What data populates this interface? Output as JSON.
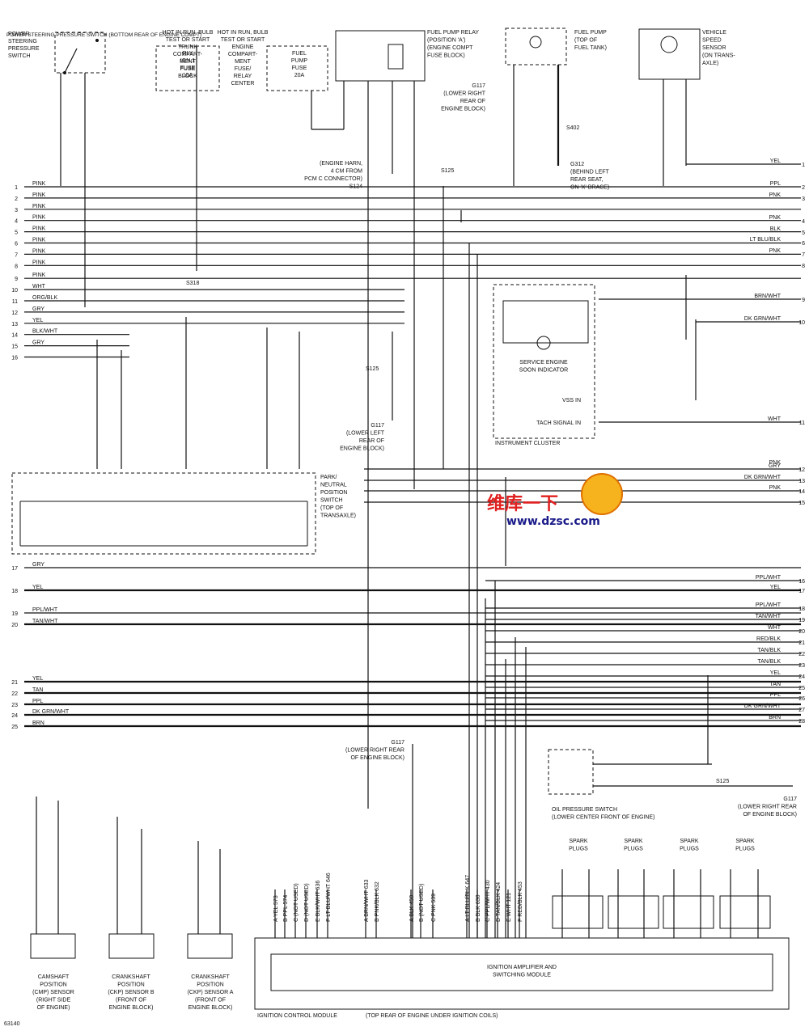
{
  "components": {
    "ps_switch": "POWER STEERING PRESSURE SWITCH (BOTTOM REAR OF ENGINE COMPT)",
    "trunk_fuse": [
      "HOT IN RUN, BULB",
      "TEST OR START",
      "TRUNK",
      "COMPART-",
      "MENT",
      "FUSE",
      "BLOCK"
    ],
    "trunk_fuse_inner": [
      "RLY",
      "IGN 1",
      "FUSE",
      "10A"
    ],
    "engine_fuse": [
      "HOT IN RUN, BULB",
      "TEST OR START",
      "ENGINE",
      "COMPART-",
      "MENT",
      "FUSE/",
      "RELAY",
      "CENTER"
    ],
    "engine_fuse_inner": [
      "FUEL",
      "PUMP",
      "FUSE",
      "20A"
    ],
    "fuel_relay": [
      "FUEL PUMP RELAY",
      "(POSITION 'A')",
      "(ENGINE COMPT",
      "FUSE BLOCK)"
    ],
    "fuel_pump": [
      "FUEL PUMP",
      "(TOP OF",
      "FUEL TANK)"
    ],
    "vss": [
      "VEHICLE",
      "SPEED",
      "SENSOR",
      "(ON TRANS-",
      "AXLE)"
    ],
    "g117_a": [
      "G117",
      "(LOWER RIGHT",
      "REAR OF",
      "ENGINE BLOCK)"
    ],
    "s402": "S402",
    "g312": [
      "G312",
      "(BEHIND LEFT",
      "REAR SEAT,",
      "ON 'X' BRACE)"
    ],
    "s124": [
      "(ENGINE HARN,",
      "4 CM FROM",
      "PCM C CONNECTOR)",
      "S124"
    ],
    "s125_top": "S125",
    "s318": "S318",
    "cluster": "INSTRUMENT CLUSTER",
    "ses": [
      "SERVICE ENGINE",
      "SOON INDICATOR"
    ],
    "vss_in": "VSS IN",
    "tach_in": "TACH SIGNAL IN",
    "s125_mid": "S125",
    "g117_b": [
      "G117",
      "(LOWER LEFT",
      "REAR OF",
      "ENGINE BLOCK)"
    ],
    "pnp": [
      "PARK/",
      "NEUTRAL",
      "POSITION",
      "SWITCH",
      "(TOP OF",
      "TRANSAXLE)"
    ],
    "g117_c": [
      "G117",
      "(LOWER RIGHT REAR",
      "OF ENGINE BLOCK)"
    ],
    "oil_switch": [
      "OIL PRESSURE SWITCH",
      "(LOWER CENTER FRONT OF ENGINE)"
    ],
    "s125_low": "S125",
    "g117_d": [
      "G117",
      "(LOWER RIGHT REAR",
      "OF ENGINE BLOCK)"
    ],
    "spark": [
      "SPARK",
      "PLUGS"
    ],
    "cmp": [
      "CAMSHAFT",
      "POSITION",
      "(CMP) SENSOR",
      "(RIGHT SIDE",
      "OF ENGINE)"
    ],
    "ckp_b": [
      "CRANKSHAFT",
      "POSITION",
      "(CKP) SENSOR B",
      "(FRONT OF",
      "ENGINE BLOCK)"
    ],
    "ckp_a": [
      "CRANKSHAFT",
      "POSITION",
      "(CKP) SENSOR A",
      "(FRONT OF",
      "ENGINE BLOCK)"
    ],
    "icm": [
      "IGNITION AMPLIFIER AND",
      "SWITCHING MODULE"
    ],
    "icm_label": "IGNITION CONTROL MODULE",
    "icm_loc": "(TOP REAR OF ENGINE UNDER IGNITION COILS)",
    "fig_code": "63140"
  },
  "left_rows": [
    {
      "n": "1",
      "c": "PINK"
    },
    {
      "n": "2",
      "c": "PINK"
    },
    {
      "n": "3",
      "c": "PINK"
    },
    {
      "n": "4",
      "c": "PINK"
    },
    {
      "n": "5",
      "c": "PINK"
    },
    {
      "n": "6",
      "c": "PINK"
    },
    {
      "n": "7",
      "c": "PINK"
    },
    {
      "n": "8",
      "c": "PINK"
    },
    {
      "n": "9",
      "c": "PINK"
    },
    {
      "n": "10",
      "c": "WHT"
    },
    {
      "n": "11",
      "c": "ORG/BLK"
    },
    {
      "n": "12",
      "c": "GRY"
    },
    {
      "n": "13",
      "c": "YEL"
    },
    {
      "n": "14",
      "c": "BLK/WHT"
    },
    {
      "n": "15",
      "c": "GRY"
    },
    {
      "n": "16",
      "c": ""
    }
  ],
  "left_rows2": [
    {
      "n": "17",
      "c": "GRY"
    },
    {
      "n": "18",
      "c": "YEL"
    },
    {
      "n": "19",
      "c": "PPL/WHT"
    },
    {
      "n": "20",
      "c": "TAN/WHT"
    }
  ],
  "left_rows3": [
    {
      "n": "21",
      "c": "YEL"
    },
    {
      "n": "22",
      "c": "TAN"
    },
    {
      "n": "23",
      "c": "PPL"
    },
    {
      "n": "24",
      "c": "DK GRN/WHT"
    },
    {
      "n": "25",
      "c": "BRN"
    }
  ],
  "right_rows": [
    {
      "n": "1",
      "c": "YEL"
    },
    {
      "n": "2",
      "c": "PPL"
    },
    {
      "n": "3",
      "c": "PNK"
    },
    {
      "n": "4",
      "c": "PNK"
    },
    {
      "n": "5",
      "c": "BLK"
    },
    {
      "n": "6",
      "c": "LT BLU/BLK"
    },
    {
      "n": "7",
      "c": "PNK"
    },
    {
      "n": "8",
      "c": ""
    },
    {
      "n": "9",
      "c": "BRN/WHT"
    },
    {
      "n": "10",
      "c": "DK GRN/WHT"
    },
    {
      "n": "11",
      "c": "WHT"
    }
  ],
  "right_rows2": [
    {
      "n": "12",
      "c": "GRY"
    },
    {
      "n": "13",
      "c": "DK GRN/WHT"
    },
    {
      "n": "14",
      "c": "PNK"
    },
    {
      "n": "15",
      "c": ""
    }
  ],
  "right_rows3": [
    {
      "n": "16",
      "c": "PPL/WHT"
    },
    {
      "n": "17",
      "c": "YEL"
    },
    {
      "n": "18",
      "c": "PPL/WHT"
    },
    {
      "n": "19",
      "c": "TAN/WHT"
    },
    {
      "n": "20",
      "c": "WHT"
    },
    {
      "n": "21",
      "c": "RED/BLK"
    },
    {
      "n": "22",
      "c": "TAN/BLK"
    },
    {
      "n": "23",
      "c": "TAN/BLK"
    },
    {
      "n": "24",
      "c": "YEL"
    },
    {
      "n": "25",
      "c": "TAN"
    },
    {
      "n": "26",
      "c": "PPL"
    },
    {
      "n": "27",
      "c": "DK GRN/WHT"
    },
    {
      "n": "28",
      "c": "BRN"
    }
  ],
  "top_right_pnk12": "PNK",
  "icm_pins": [
    {
      "circ": "573",
      "color": "YEL",
      "pin": "A"
    },
    {
      "circ": "574",
      "color": "PPL",
      "pin": "B"
    },
    {
      "circ": "",
      "color": "(NOT USED)",
      "pin": "C"
    },
    {
      "circ": "",
      "color": "(NOT USED)",
      "pin": "D"
    },
    {
      "circ": "636",
      "color": "BLK/WHT",
      "pin": "E"
    },
    {
      "circ": "646",
      "color": "LT BLU/WHT",
      "pin": "F"
    },
    {
      "circ": "633",
      "color": "BRN/WHT",
      "pin": "A"
    },
    {
      "circ": "632",
      "color": "PNK/BLK",
      "pin": "B"
    },
    {
      "circ": "450",
      "color": "BLK",
      "pin": "A"
    },
    {
      "circ": "",
      "color": "(NOT USED)",
      "pin": "B"
    },
    {
      "circ": "539",
      "color": "PNK",
      "pin": "C"
    },
    {
      "circ": "647",
      "color": "LT BLU/BLK",
      "pin": "A"
    },
    {
      "circ": "630",
      "color": "BLK",
      "pin": "B"
    },
    {
      "circ": "430",
      "color": "PPL/WHT",
      "pin": "C"
    },
    {
      "circ": "424",
      "color": "TAN/BLK",
      "pin": "D"
    },
    {
      "circ": "121",
      "color": "WHT",
      "pin": "E"
    },
    {
      "circ": "453",
      "color": "RED/BLK",
      "pin": "F"
    }
  ],
  "watermark": {
    "logo": "维库一下",
    "url": "www.dzsc.com"
  }
}
